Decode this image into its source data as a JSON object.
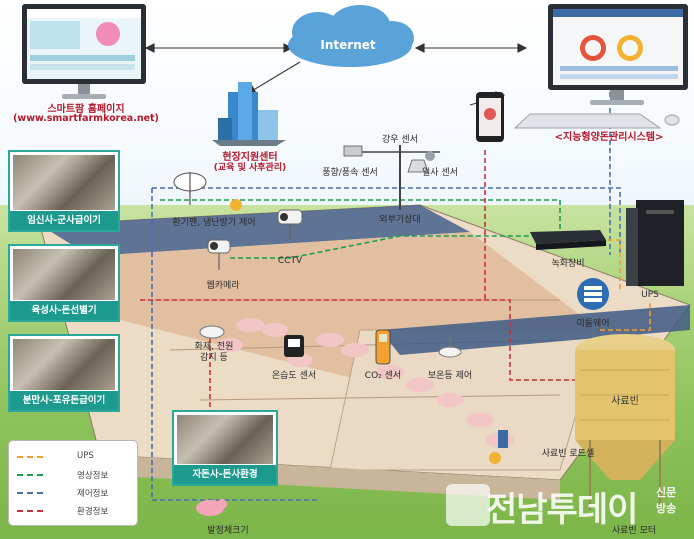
{
  "homepage": {
    "title": "스마트팜 홈페이지",
    "url": "(www.smartfarmkorea.net)"
  },
  "cloud": {
    "label": "Internet"
  },
  "support_center": {
    "title": "현장지원센터",
    "subtitle": "(교육 및 사후관리)"
  },
  "management_system": {
    "title": "<지능형양돈관리시스템>"
  },
  "weather": {
    "rain_sensor": "강우 센서",
    "wind_sensor": "풍향/풍속 센서",
    "solar_sensor": "일사 센서",
    "station": "외부기상대"
  },
  "devices": {
    "fan": "환기팬, 냉난방기 제어",
    "cctv": "CCTV",
    "webcam": "웹카메라",
    "recorder": "녹화장비",
    "ups": "UPS",
    "middleware": "미들웨어",
    "fire_sensor": "화재, 전원\n감지 등",
    "temp_humidity_sensor": "온습도 센서",
    "co2_sensor": "CO₂ 센서",
    "heating_control": "보온등 제어",
    "feed_bin": "사료빈",
    "feed_load_cell": "사료빈 로드셀",
    "feed_motor": "사료빈 모터",
    "estrus_checker": "발정체크기"
  },
  "panels": [
    {
      "label": "임신사-군사급이기"
    },
    {
      "label": "육성사-돈선별기"
    },
    {
      "label": "분만사-포유돈급이기"
    },
    {
      "label": "자돈사-돈사환경"
    }
  ],
  "legend": {
    "items": [
      {
        "label": "UPS",
        "color": "#f39c32"
      },
      {
        "label": "영상정보",
        "color": "#1c9b4e"
      },
      {
        "label": "제어정보",
        "color": "#4a6fb0"
      },
      {
        "label": "환경정보",
        "color": "#c8323c"
      }
    ]
  },
  "watermark": {
    "name": "전남투데이",
    "sub1": "신문",
    "sub2": "방송"
  },
  "colors": {
    "ups": "#f39c32",
    "video": "#1c9b4e",
    "control": "#4a6fb0",
    "environment": "#c8323c",
    "panel_bar": "#1d9a8e",
    "title_red": "#b3182b"
  }
}
